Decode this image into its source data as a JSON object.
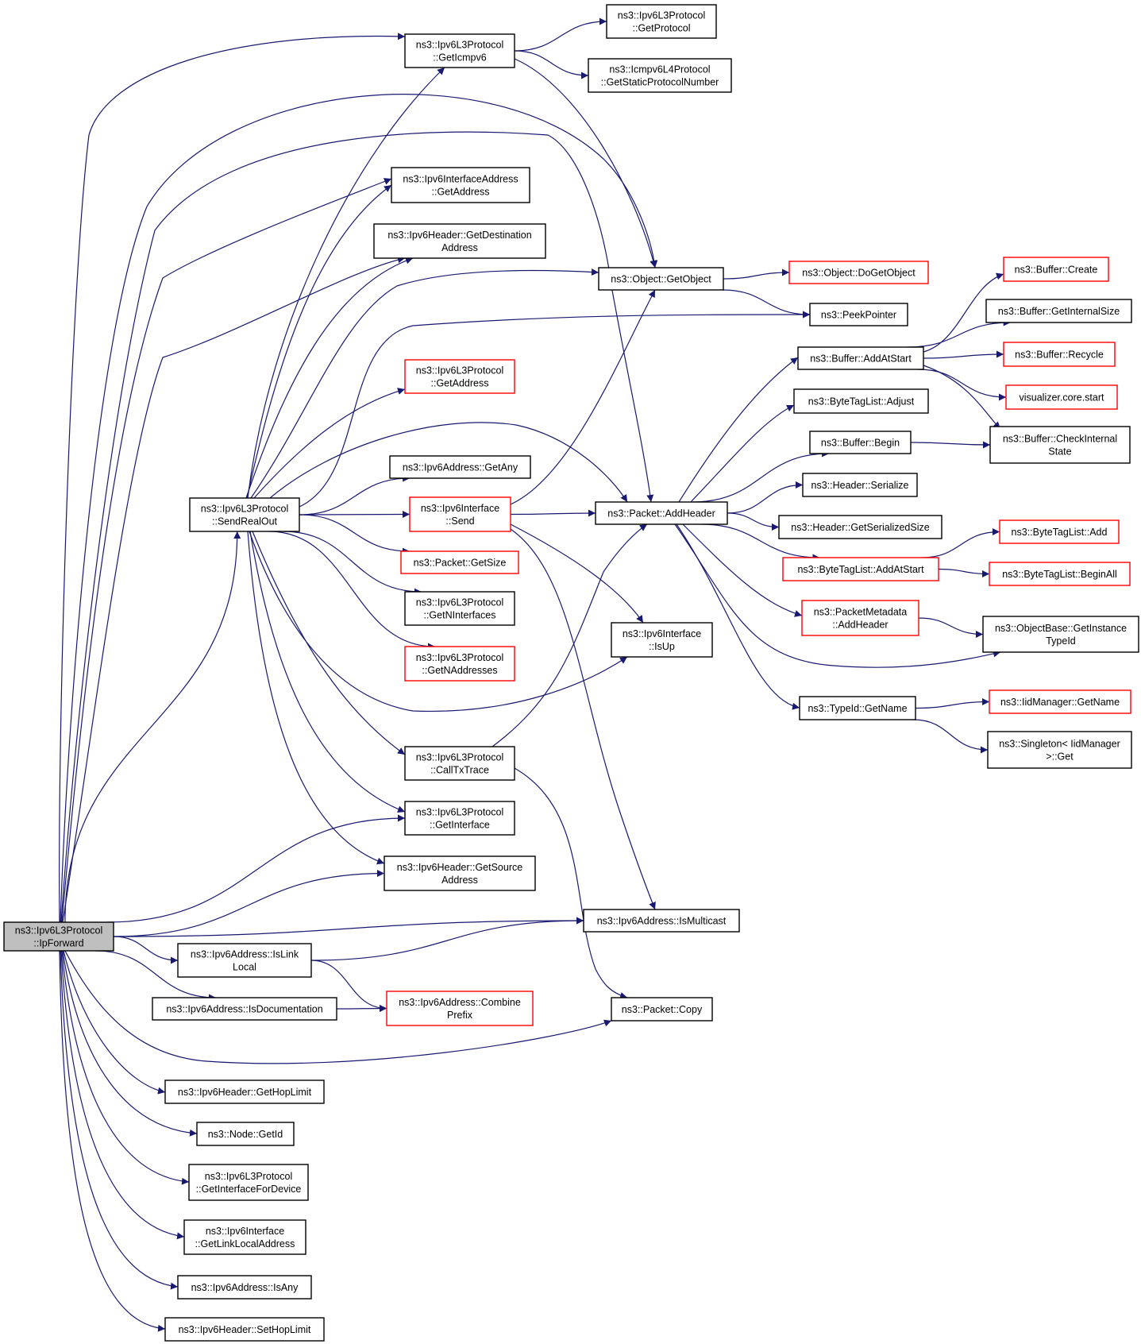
{
  "colors": {
    "edge": "#191970",
    "node_border": "#000000",
    "node_border_incomplete": "#ff0000",
    "node_fill": "#ffffff",
    "root_fill": "#bfbfbf"
  },
  "nodes": [
    {
      "id": "IpForward",
      "lines": [
        "ns3::Ipv6L3Protocol",
        "::IpForward"
      ],
      "kind": "root"
    },
    {
      "id": "GetIcmpv6",
      "lines": [
        "ns3::Ipv6L3Protocol",
        "::GetIcmpv6"
      ],
      "kind": "normal"
    },
    {
      "id": "GetProtocol",
      "lines": [
        "ns3::Ipv6L3Protocol",
        "::GetProtocol"
      ],
      "kind": "normal"
    },
    {
      "id": "GetStaticProtocolNumber",
      "lines": [
        "ns3::Icmpv6L4Protocol",
        "::GetStaticProtocolNumber"
      ],
      "kind": "normal"
    },
    {
      "id": "IfAddrGetAddress",
      "lines": [
        "ns3::Ipv6InterfaceAddress",
        "::GetAddress"
      ],
      "kind": "normal"
    },
    {
      "id": "GetDestinationAddress",
      "lines": [
        "ns3::Ipv6Header::GetDestination",
        "Address"
      ],
      "kind": "normal"
    },
    {
      "id": "GetObject",
      "lines": [
        "ns3::Object::GetObject"
      ],
      "kind": "normal"
    },
    {
      "id": "DoGetObject",
      "lines": [
        "ns3::Object::DoGetObject"
      ],
      "kind": "incomplete"
    },
    {
      "id": "PeekPointer",
      "lines": [
        "ns3::PeekPointer"
      ],
      "kind": "normal"
    },
    {
      "id": "L3GetAddress",
      "lines": [
        "ns3::Ipv6L3Protocol",
        "::GetAddress"
      ],
      "kind": "incomplete"
    },
    {
      "id": "GetAny",
      "lines": [
        "ns3::Ipv6Address::GetAny"
      ],
      "kind": "normal"
    },
    {
      "id": "SendRealOut",
      "lines": [
        "ns3::Ipv6L3Protocol",
        "::SendRealOut"
      ],
      "kind": "normal"
    },
    {
      "id": "IfSend",
      "lines": [
        "ns3::Ipv6Interface",
        "::Send"
      ],
      "kind": "incomplete"
    },
    {
      "id": "AddHeader",
      "lines": [
        "ns3::Packet::AddHeader"
      ],
      "kind": "normal"
    },
    {
      "id": "GetSize",
      "lines": [
        "ns3::Packet::GetSize"
      ],
      "kind": "incomplete"
    },
    {
      "id": "GetNInterfaces",
      "lines": [
        "ns3::Ipv6L3Protocol",
        "::GetNInterfaces"
      ],
      "kind": "normal"
    },
    {
      "id": "GetNAddresses",
      "lines": [
        "ns3::Ipv6L3Protocol",
        "::GetNAddresses"
      ],
      "kind": "incomplete"
    },
    {
      "id": "IsUp",
      "lines": [
        "ns3::Ipv6Interface",
        "::IsUp"
      ],
      "kind": "normal"
    },
    {
      "id": "CallTxTrace",
      "lines": [
        "ns3::Ipv6L3Protocol",
        "::CallTxTrace"
      ],
      "kind": "normal"
    },
    {
      "id": "GetInterface",
      "lines": [
        "ns3::Ipv6L3Protocol",
        "::GetInterface"
      ],
      "kind": "normal"
    },
    {
      "id": "GetSourceAddress",
      "lines": [
        "ns3::Ipv6Header::GetSource",
        "Address"
      ],
      "kind": "normal"
    },
    {
      "id": "IsMulticast",
      "lines": [
        "ns3::Ipv6Address::IsMulticast"
      ],
      "kind": "normal"
    },
    {
      "id": "IsLinkLocal",
      "lines": [
        "ns3::Ipv6Address::IsLink",
        "Local"
      ],
      "kind": "normal"
    },
    {
      "id": "IsDocumentation",
      "lines": [
        "ns3::Ipv6Address::IsDocumentation"
      ],
      "kind": "normal"
    },
    {
      "id": "CombinePrefix",
      "lines": [
        "ns3::Ipv6Address::Combine",
        "Prefix"
      ],
      "kind": "incomplete"
    },
    {
      "id": "PacketCopy",
      "lines": [
        "ns3::Packet::Copy"
      ],
      "kind": "normal"
    },
    {
      "id": "GetHopLimit",
      "lines": [
        "ns3::Ipv6Header::GetHopLimit"
      ],
      "kind": "normal"
    },
    {
      "id": "NodeGetId",
      "lines": [
        "ns3::Node::GetId"
      ],
      "kind": "normal"
    },
    {
      "id": "GetInterfaceForDevice",
      "lines": [
        "ns3::Ipv6L3Protocol",
        "::GetInterfaceForDevice"
      ],
      "kind": "normal"
    },
    {
      "id": "GetLinkLocalAddress",
      "lines": [
        "ns3::Ipv6Interface",
        "::GetLinkLocalAddress"
      ],
      "kind": "normal"
    },
    {
      "id": "IsAny",
      "lines": [
        "ns3::Ipv6Address::IsAny"
      ],
      "kind": "normal"
    },
    {
      "id": "SetHopLimit",
      "lines": [
        "ns3::Ipv6Header::SetHopLimit"
      ],
      "kind": "normal"
    },
    {
      "id": "BufferAddAtStart",
      "lines": [
        "ns3::Buffer::AddAtStart"
      ],
      "kind": "normal"
    },
    {
      "id": "BufferCreate",
      "lines": [
        "ns3::Buffer::Create"
      ],
      "kind": "incomplete"
    },
    {
      "id": "BufferGetInternalSize",
      "lines": [
        "ns3::Buffer::GetInternalSize"
      ],
      "kind": "normal"
    },
    {
      "id": "BufferRecycle",
      "lines": [
        "ns3::Buffer::Recycle"
      ],
      "kind": "incomplete"
    },
    {
      "id": "VisualizerStart",
      "lines": [
        "visualizer.core.start"
      ],
      "kind": "incomplete"
    },
    {
      "id": "BufferCheckInternalState",
      "lines": [
        "ns3::Buffer::CheckInternal",
        "State"
      ],
      "kind": "normal"
    },
    {
      "id": "ByteTagListAdjust",
      "lines": [
        "ns3::ByteTagList::Adjust"
      ],
      "kind": "normal"
    },
    {
      "id": "BufferBegin",
      "lines": [
        "ns3::Buffer::Begin"
      ],
      "kind": "normal"
    },
    {
      "id": "HeaderSerialize",
      "lines": [
        "ns3::Header::Serialize"
      ],
      "kind": "normal"
    },
    {
      "id": "HeaderGetSerializedSize",
      "lines": [
        "ns3::Header::GetSerializedSize"
      ],
      "kind": "normal"
    },
    {
      "id": "ByteTagListAddAtStart",
      "lines": [
        "ns3::ByteTagList::AddAtStart"
      ],
      "kind": "incomplete"
    },
    {
      "id": "ByteTagListAdd",
      "lines": [
        "ns3::ByteTagList::Add"
      ],
      "kind": "incomplete"
    },
    {
      "id": "ByteTagListBeginAll",
      "lines": [
        "ns3::ByteTagList::BeginAll"
      ],
      "kind": "incomplete"
    },
    {
      "id": "PacketMetadataAddHeader",
      "lines": [
        "ns3::PacketMetadata",
        "::AddHeader"
      ],
      "kind": "incomplete"
    },
    {
      "id": "GetInstanceTypeId",
      "lines": [
        "ns3::ObjectBase::GetInstance",
        "TypeId"
      ],
      "kind": "normal"
    },
    {
      "id": "TypeIdGetName",
      "lines": [
        "ns3::TypeId::GetName"
      ],
      "kind": "normal"
    },
    {
      "id": "IidManagerGetName",
      "lines": [
        "ns3::IidManager::GetName"
      ],
      "kind": "incomplete"
    },
    {
      "id": "SingletonGet",
      "lines": [
        "ns3::Singleton< IidManager",
        ">::Get"
      ],
      "kind": "normal"
    }
  ],
  "edges": [
    {
      "from": "IpForward",
      "to": "GetIcmpv6"
    },
    {
      "from": "IpForward",
      "to": "GetObject"
    },
    {
      "from": "IpForward",
      "to": "AddHeader"
    },
    {
      "from": "IpForward",
      "to": "IfAddrGetAddress"
    },
    {
      "from": "IpForward",
      "to": "GetDestinationAddress"
    },
    {
      "from": "IpForward",
      "to": "SendRealOut"
    },
    {
      "from": "IpForward",
      "to": "GetInterface"
    },
    {
      "from": "IpForward",
      "to": "GetSourceAddress"
    },
    {
      "from": "IpForward",
      "to": "IsMulticast"
    },
    {
      "from": "IpForward",
      "to": "IsLinkLocal"
    },
    {
      "from": "IpForward",
      "to": "IsDocumentation"
    },
    {
      "from": "IpForward",
      "to": "PacketCopy"
    },
    {
      "from": "IpForward",
      "to": "GetHopLimit"
    },
    {
      "from": "IpForward",
      "to": "NodeGetId"
    },
    {
      "from": "IpForward",
      "to": "GetInterfaceForDevice"
    },
    {
      "from": "IpForward",
      "to": "GetLinkLocalAddress"
    },
    {
      "from": "IpForward",
      "to": "IsAny"
    },
    {
      "from": "IpForward",
      "to": "SetHopLimit"
    },
    {
      "from": "GetIcmpv6",
      "to": "GetProtocol"
    },
    {
      "from": "GetIcmpv6",
      "to": "GetStaticProtocolNumber"
    },
    {
      "from": "GetIcmpv6",
      "to": "GetObject"
    },
    {
      "from": "GetObject",
      "to": "DoGetObject"
    },
    {
      "from": "GetObject",
      "to": "PeekPointer"
    },
    {
      "from": "SendRealOut",
      "to": "GetIcmpv6"
    },
    {
      "from": "SendRealOut",
      "to": "IfAddrGetAddress"
    },
    {
      "from": "SendRealOut",
      "to": "GetDestinationAddress"
    },
    {
      "from": "SendRealOut",
      "to": "GetObject"
    },
    {
      "from": "SendRealOut",
      "to": "PeekPointer"
    },
    {
      "from": "SendRealOut",
      "to": "L3GetAddress"
    },
    {
      "from": "SendRealOut",
      "to": "AddHeader"
    },
    {
      "from": "SendRealOut",
      "to": "GetAny"
    },
    {
      "from": "SendRealOut",
      "to": "IfSend"
    },
    {
      "from": "SendRealOut",
      "to": "GetSize"
    },
    {
      "from": "SendRealOut",
      "to": "GetNInterfaces"
    },
    {
      "from": "SendRealOut",
      "to": "GetNAddresses"
    },
    {
      "from": "SendRealOut",
      "to": "IsUp"
    },
    {
      "from": "SendRealOut",
      "to": "CallTxTrace"
    },
    {
      "from": "SendRealOut",
      "to": "GetInterface"
    },
    {
      "from": "SendRealOut",
      "to": "GetSourceAddress"
    },
    {
      "from": "IfSend",
      "to": "GetObject"
    },
    {
      "from": "IfSend",
      "to": "AddHeader"
    },
    {
      "from": "IfSend",
      "to": "IsUp"
    },
    {
      "from": "IfSend",
      "to": "IsMulticast"
    },
    {
      "from": "CallTxTrace",
      "to": "AddHeader"
    },
    {
      "from": "CallTxTrace",
      "to": "PacketCopy"
    },
    {
      "from": "IsLinkLocal",
      "to": "IsMulticast"
    },
    {
      "from": "IsLinkLocal",
      "to": "CombinePrefix"
    },
    {
      "from": "IsDocumentation",
      "to": "CombinePrefix"
    },
    {
      "from": "AddHeader",
      "to": "BufferAddAtStart"
    },
    {
      "from": "AddHeader",
      "to": "ByteTagListAdjust"
    },
    {
      "from": "AddHeader",
      "to": "BufferBegin"
    },
    {
      "from": "AddHeader",
      "to": "HeaderSerialize"
    },
    {
      "from": "AddHeader",
      "to": "HeaderGetSerializedSize"
    },
    {
      "from": "AddHeader",
      "to": "ByteTagListAddAtStart"
    },
    {
      "from": "AddHeader",
      "to": "PacketMetadataAddHeader"
    },
    {
      "from": "AddHeader",
      "to": "GetInstanceTypeId"
    },
    {
      "from": "AddHeader",
      "to": "TypeIdGetName"
    },
    {
      "from": "BufferAddAtStart",
      "to": "BufferCreate"
    },
    {
      "from": "BufferAddAtStart",
      "to": "BufferGetInternalSize"
    },
    {
      "from": "BufferAddAtStart",
      "to": "BufferRecycle"
    },
    {
      "from": "BufferAddAtStart",
      "to": "VisualizerStart"
    },
    {
      "from": "BufferAddAtStart",
      "to": "BufferCheckInternalState"
    },
    {
      "from": "BufferBegin",
      "to": "BufferCheckInternalState"
    },
    {
      "from": "ByteTagListAddAtStart",
      "to": "ByteTagListAdd"
    },
    {
      "from": "ByteTagListAddAtStart",
      "to": "ByteTagListBeginAll"
    },
    {
      "from": "PacketMetadataAddHeader",
      "to": "GetInstanceTypeId"
    },
    {
      "from": "TypeIdGetName",
      "to": "IidManagerGetName"
    },
    {
      "from": "TypeIdGetName",
      "to": "SingletonGet"
    }
  ]
}
